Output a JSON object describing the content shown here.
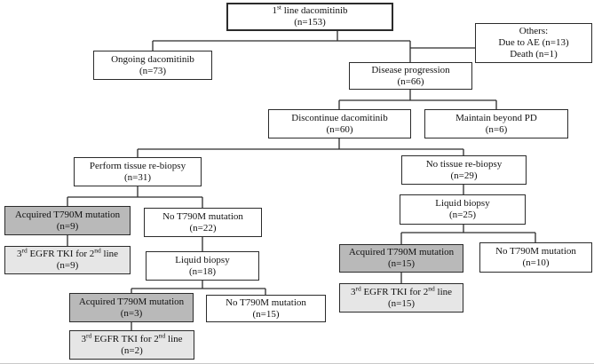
{
  "diagram": {
    "description": "Treatment flow diagram of patients receiving first-line dacomitinib",
    "colors": {
      "background": "#ffffff",
      "box_border": "#2b2b2b",
      "connector": "#2b2b2b",
      "fill_default": "#ffffff",
      "fill_acquired_t790m": "#b9b9b9",
      "fill_egfr_tki": "#e6e6e6"
    }
  },
  "nodes": {
    "first_line": {
      "t1": "1",
      "sup1": "st",
      "t2": " line dacomitinib",
      "n": "(n=153)"
    },
    "others": {
      "line1": "Others:",
      "line2": "Due to AE (n=13)",
      "line3": "Death (n=1)"
    },
    "ongoing": {
      "label": "Ongoing dacomitinib",
      "n": "(n=73)"
    },
    "disease_progression": {
      "label": "Disease progression",
      "n": "(n=66)"
    },
    "discontinue": {
      "label": "Discontinue dacomitinib",
      "n": "(n=60)"
    },
    "maintain": {
      "label": "Maintain beyond PD",
      "n": "(n=6)"
    },
    "perform_rebiopsy": {
      "label": "Perform tissue re-biopsy",
      "n": "(n=31)"
    },
    "no_rebiopsy": {
      "label": "No tissue re-biopsy",
      "n": "(n=29)"
    },
    "liquid_biopsy_25": {
      "label": "Liquid biopsy",
      "n": "(n=25)"
    },
    "acquired_t790m_9": {
      "label": "Acquired T790M mutation",
      "n": "(n=9)"
    },
    "no_t790m_22": {
      "label": "No T790M mutation",
      "n": "(n=22)"
    },
    "egfr_tki_9": {
      "t1": "3",
      "sup1": "rd",
      "t2": " EGFR TKI for 2",
      "sup2": "nd",
      "t3": " line",
      "n": "(n=9)"
    },
    "liquid_biopsy_18": {
      "label": "Liquid biopsy",
      "n": "(n=18)"
    },
    "acquired_t790m_3": {
      "label": "Acquired T790M mutation",
      "n": "(n=3)"
    },
    "no_t790m_15": {
      "label": "No T790M mutation",
      "n": "(n=15)"
    },
    "egfr_tki_2": {
      "t1": "3",
      "sup1": "rd",
      "t2": " EGFR TKI for 2",
      "sup2": "nd",
      "t3": " line",
      "n": "(n=2)"
    },
    "acquired_t790m_15": {
      "label": "Acquired T790M mutation",
      "n": "(n=15)"
    },
    "egfr_tki_15": {
      "t1": "3",
      "sup1": "rd",
      "t2": " EGFR TKI for 2",
      "sup2": "nd",
      "t3": " line",
      "n": "(n=15)"
    },
    "no_t790m_10": {
      "label": "No T790M mutation",
      "n": "(n=10)"
    }
  }
}
